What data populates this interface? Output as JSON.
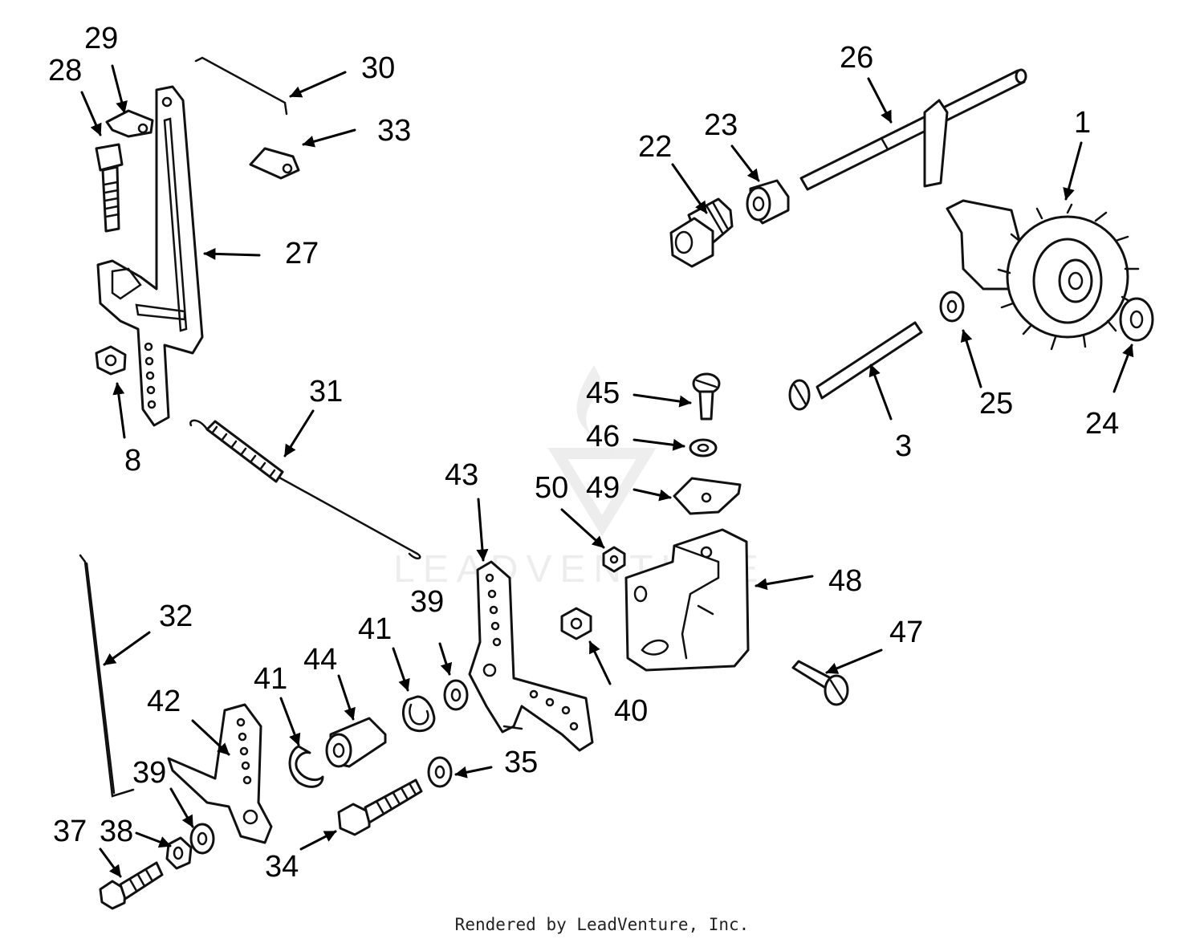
{
  "footer": "Rendered by LeadVenture, Inc.",
  "watermark": "LEADVENTURE",
  "colors": {
    "line": "#111111",
    "watermark": "#ececec",
    "background": "#ffffff"
  },
  "callouts": {
    "c1": "1",
    "c3": "3",
    "c8": "8",
    "c22": "22",
    "c23": "23",
    "c24": "24",
    "c25": "25",
    "c26": "26",
    "c27": "27",
    "c28": "28",
    "c29": "29",
    "c30": "30",
    "c31": "31",
    "c32": "32",
    "c33": "33",
    "c34": "34",
    "c35": "35",
    "c37": "37",
    "c38": "38",
    "c39a": "39",
    "c39b": "39",
    "c40": "40",
    "c41a": "41",
    "c41b": "41",
    "c42": "42",
    "c43": "43",
    "c44": "44",
    "c45": "45",
    "c46": "46",
    "c47": "47",
    "c48": "48",
    "c49": "49",
    "c50": "50"
  }
}
